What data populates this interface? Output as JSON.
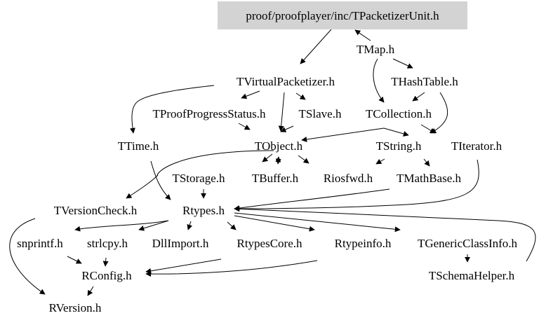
{
  "root": "proof/proofplayer/inc/TPacketizerUnit.h",
  "colors": {
    "root_fill": "#d3d3d3",
    "edge": "#000000",
    "text": "#000000"
  },
  "nodes": {
    "TMap": "TMap.h",
    "TVirtualPacketizer": "TVirtualPacketizer.h",
    "THashTable": "THashTable.h",
    "TProofProgressStatus": "TProofProgressStatus.h",
    "TSlave": "TSlave.h",
    "TCollection": "TCollection.h",
    "TTime": "TTime.h",
    "TObject": "TObject.h",
    "TString": "TString.h",
    "TIterator": "TIterator.h",
    "TStorage": "TStorage.h",
    "TBuffer": "TBuffer.h",
    "Riosfwd": "Riosfwd.h",
    "TMathBase": "TMathBase.h",
    "TVersionCheck": "TVersionCheck.h",
    "Rtypes": "Rtypes.h",
    "snprintf": "snprintf.h",
    "strlcpy": "strlcpy.h",
    "DllImport": "DllImport.h",
    "RtypesCore": "RtypesCore.h",
    "Rtypeinfo": "Rtypeinfo.h",
    "TGenericClassInfo": "TGenericClassInfo.h",
    "RConfig": "RConfig.h",
    "TSchemaHelper": "TSchemaHelper.h",
    "RVersion": "RVersion.h"
  },
  "edges": [
    [
      "root",
      "TVirtualPacketizer"
    ],
    [
      "TMap",
      "root"
    ],
    [
      "TMap",
      "THashTable"
    ],
    [
      "TMap",
      "TCollection"
    ],
    [
      "TVirtualPacketizer",
      "TProofProgressStatus"
    ],
    [
      "TVirtualPacketizer",
      "TSlave"
    ],
    [
      "TVirtualPacketizer",
      "TObject"
    ],
    [
      "TVirtualPacketizer",
      "TTime"
    ],
    [
      "THashTable",
      "TCollection"
    ],
    [
      "THashTable",
      "TIterator"
    ],
    [
      "TProofProgressStatus",
      "TObject"
    ],
    [
      "TSlave",
      "TObject"
    ],
    [
      "TCollection",
      "TObject"
    ],
    [
      "TCollection",
      "TString"
    ],
    [
      "TCollection",
      "TIterator"
    ],
    [
      "TObject",
      "TStorage"
    ],
    [
      "TObject",
      "TBuffer"
    ],
    [
      "TBuffer",
      "TObject"
    ],
    [
      "TObject",
      "Riosfwd"
    ],
    [
      "TObject",
      "TVersionCheck"
    ],
    [
      "TString",
      "Riosfwd"
    ],
    [
      "TString",
      "TMathBase"
    ],
    [
      "TTime",
      "Rtypes"
    ],
    [
      "TStorage",
      "Rtypes"
    ],
    [
      "TMathBase",
      "Rtypes"
    ],
    [
      "TIterator",
      "Rtypes"
    ],
    [
      "TSchemaHelper",
      "Rtypes"
    ],
    [
      "Rtypes",
      "snprintf"
    ],
    [
      "Rtypes",
      "strlcpy"
    ],
    [
      "Rtypes",
      "DllImport"
    ],
    [
      "Rtypes",
      "RtypesCore"
    ],
    [
      "Rtypes",
      "Rtypeinfo"
    ],
    [
      "Rtypes",
      "TGenericClassInfo"
    ],
    [
      "TVersionCheck",
      "RVersion"
    ],
    [
      "snprintf",
      "RConfig"
    ],
    [
      "strlcpy",
      "RConfig"
    ],
    [
      "RtypesCore",
      "RConfig"
    ],
    [
      "Rtypeinfo",
      "RConfig"
    ],
    [
      "RConfig",
      "RVersion"
    ],
    [
      "TGenericClassInfo",
      "TSchemaHelper"
    ]
  ]
}
